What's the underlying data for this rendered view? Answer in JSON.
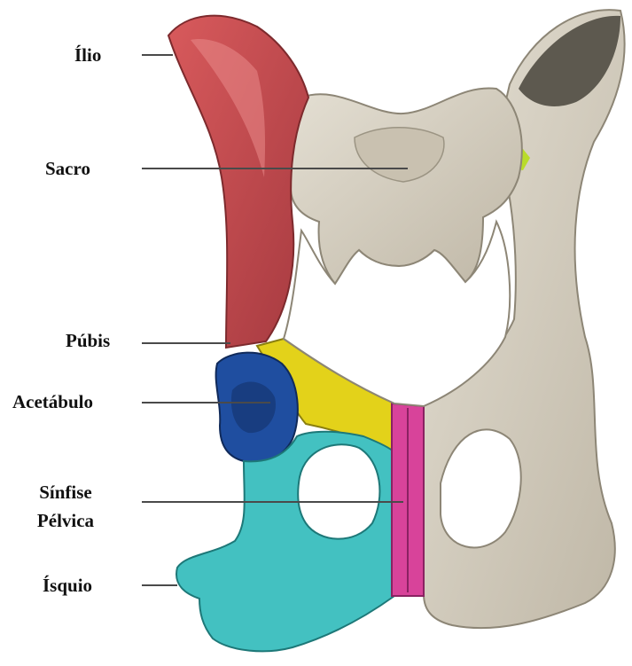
{
  "labels": {
    "ilio": "Ílio",
    "sacro": "Sacro",
    "pubis": "Púbis",
    "acetabulo": "Acetábulo",
    "sinfise_line1": "Sínfise",
    "sinfise_line2": "Pélvica",
    "isquio": "Ísquio"
  },
  "colors": {
    "ilium": "#c84a4f",
    "pubis": "#e3d21a",
    "acetabulum": "#1f4ea0",
    "ischium": "#43c1c1",
    "symphysis": "#d8439a",
    "bone": "#d6cfc0",
    "leader_line": "#4a4a4a"
  }
}
